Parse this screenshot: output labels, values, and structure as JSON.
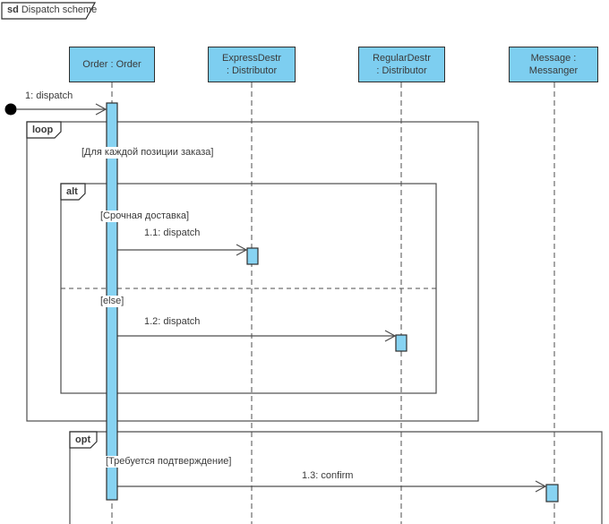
{
  "title": {
    "keyword": "sd",
    "name": "Dispatch scheme"
  },
  "lifelines": [
    {
      "label": "Order : Order"
    },
    {
      "label": "ExpressDestr\n: Distributor"
    },
    {
      "label": "RegularDestr\n: Distributor"
    },
    {
      "label": "Message :\nMessanger"
    }
  ],
  "fragments": {
    "loop": {
      "operator": "loop",
      "guard": "[Для каждой позиции заказа]"
    },
    "alt": {
      "operator": "alt",
      "guard1": "[Срочная доставка]",
      "guard2": "[else]"
    },
    "opt": {
      "operator": "opt",
      "guard": "[Требуется подтверждение]"
    }
  },
  "messages": {
    "m1": "1: dispatch",
    "m11": "1.1: dispatch",
    "m12": "1.2: dispatch",
    "m13": "1.3: confirm"
  },
  "colors": {
    "shape_fill": "#7dcef0",
    "activation_fill": "#87d3f2",
    "border": "#2e2e2e",
    "line": "#4d4d4d",
    "text": "#3a3a3a"
  }
}
